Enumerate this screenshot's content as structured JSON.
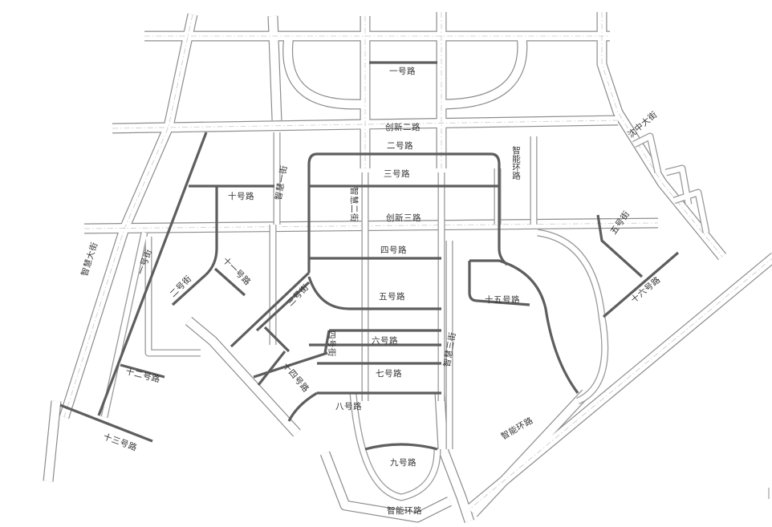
{
  "labels": {
    "road_1": "一号路",
    "chuangxin_2": "创新二路",
    "road_2": "二号路",
    "road_3": "三号路",
    "chuangxin_3": "创新三路",
    "road_4": "四号路",
    "road_5": "五号路",
    "road_6": "六号路",
    "road_7": "七号路",
    "road_8": "八号路",
    "road_9": "九号路",
    "road_10": "十号路",
    "road_11": "十一号路",
    "road_12": "十二号路",
    "road_13": "十三号路",
    "road_14": "十四号路",
    "road_15": "十五号路",
    "road_16": "十六号路",
    "yihao_jie": "一号街",
    "erhao_jie": "二号街",
    "sanhao_jie": "三号街",
    "sihao_jie": "四号街",
    "wuhao_jie": "五号街",
    "zhihui_yijie": "智慧一街",
    "zhihui_erjie": "智慧二街",
    "zhihui_sanjie": "智慧三街",
    "zhihui_dajie": "智慧大街",
    "zhineng_huanlu_north": "智能环路",
    "zhineng_huanlu_east": "智能环路",
    "zhineng_huanlu_south": "智能环路",
    "shenzhong_dajie": "沈中大街"
  }
}
